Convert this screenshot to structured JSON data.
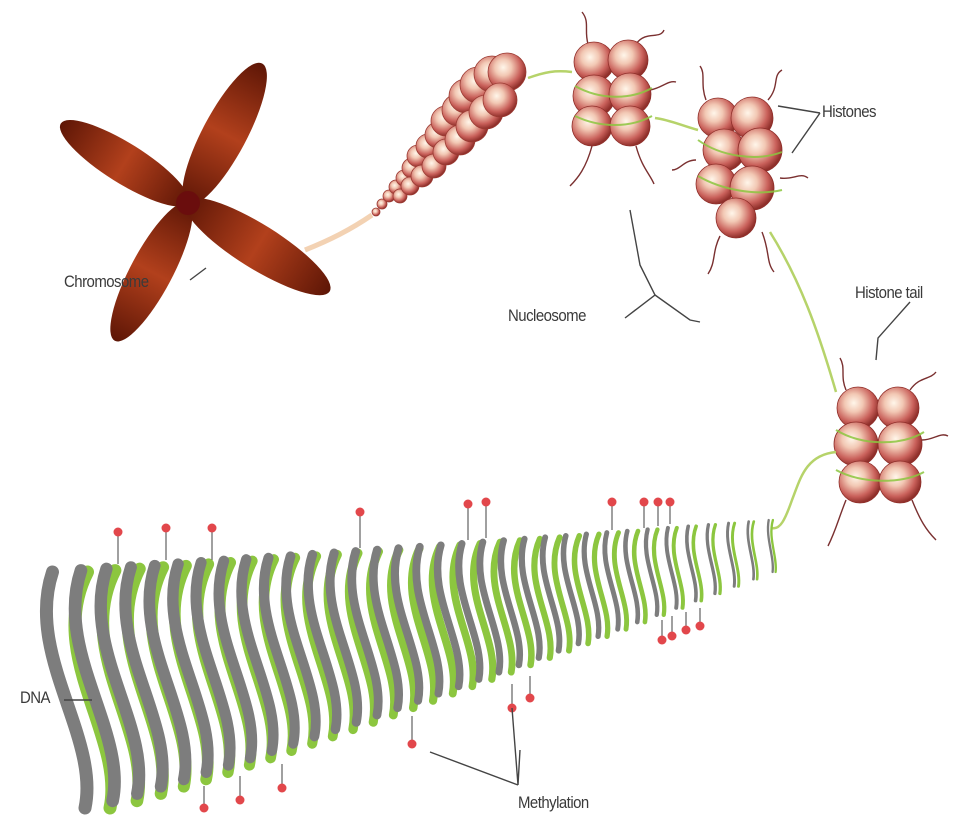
{
  "labels": {
    "chromosome": "Chromosome",
    "nucleosome": "Nucleosome",
    "histones": "Histones",
    "histone_tail": "Histone tail",
    "dna": "DNA",
    "methylation": "Methylation"
  },
  "colors": {
    "chromosome": "#8a2a12",
    "histone_bead": "#c9605a",
    "dna_strand_a": "#8cc63f",
    "dna_strand_b": "#7d7d7d",
    "methyl_mark": "#e2474b",
    "leader_line": "#444444"
  }
}
